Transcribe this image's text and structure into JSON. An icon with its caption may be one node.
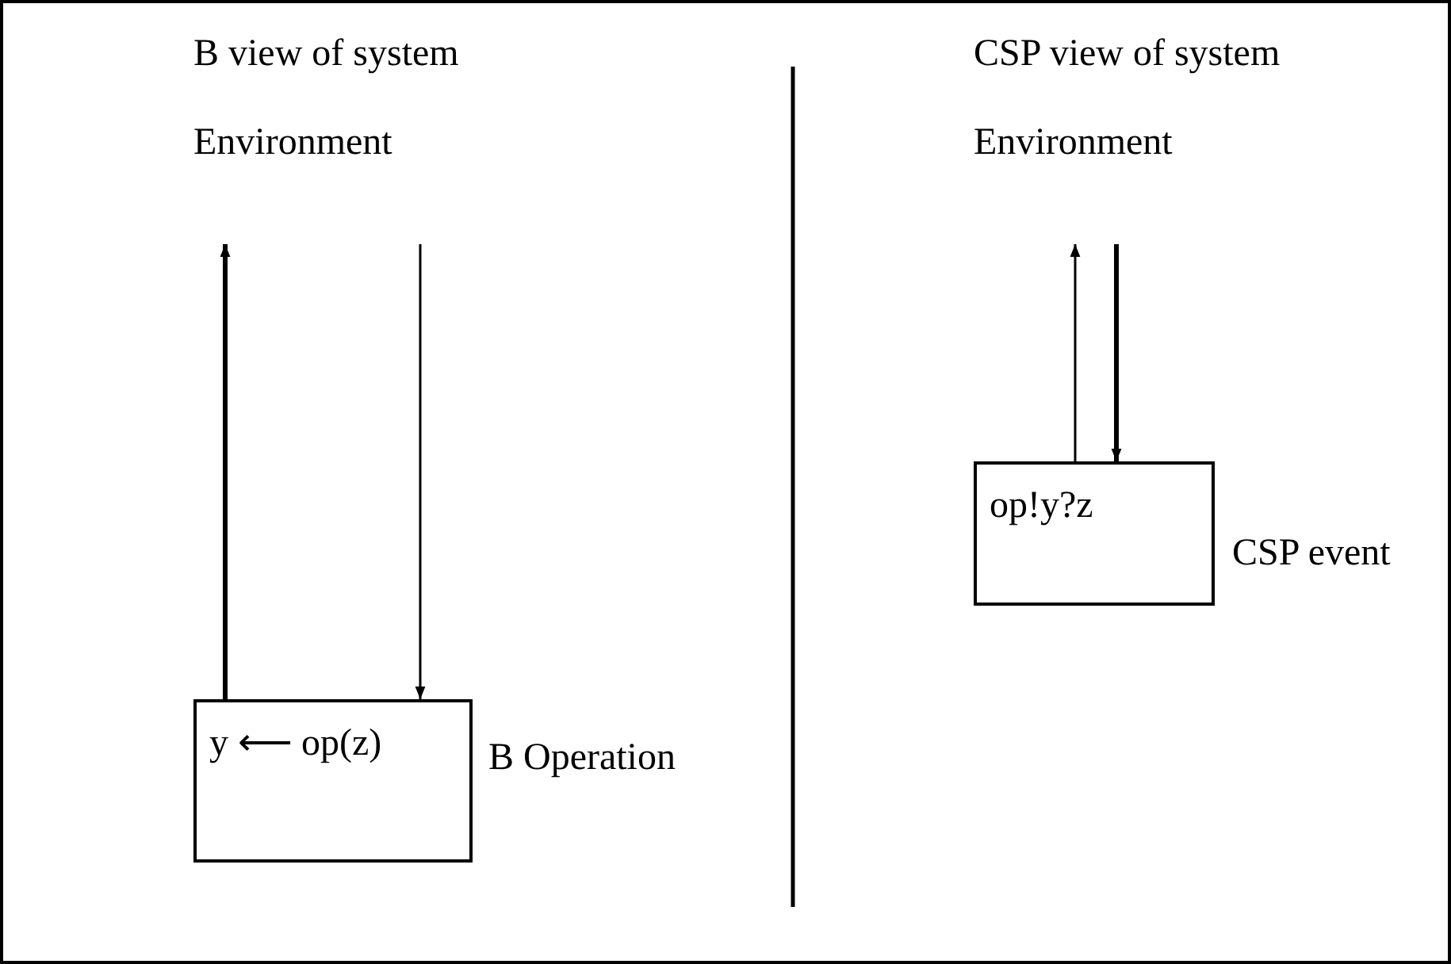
{
  "diagram": {
    "nodes": [
      {
        "text": [
          "Environment"
        ]
      },
      {
        "text": [
          "y ⟵ op(z)"
        ],
        "beside": [
          "B Operation"
        ]
      },
      {
        "text": [
          "Environment"
        ]
      },
      {
        "text": [
          "op!y?z"
        ],
        "beside": [
          "CSP event"
        ]
      }
    ],
    "edges": [
      {
        "from": 1,
        "to": 0,
        "arrow": "to",
        "style": "thick"
      },
      {
        "from": 0,
        "to": 1,
        "arrow": "to"
      },
      {
        "from": 3,
        "to": 2,
        "arrow": "to"
      },
      {
        "from": 2,
        "to": 3,
        "arrow": "to",
        "style": "thick"
      }
    ],
    "labels": [
      "B view of system",
      "CSP view of system"
    ]
  }
}
